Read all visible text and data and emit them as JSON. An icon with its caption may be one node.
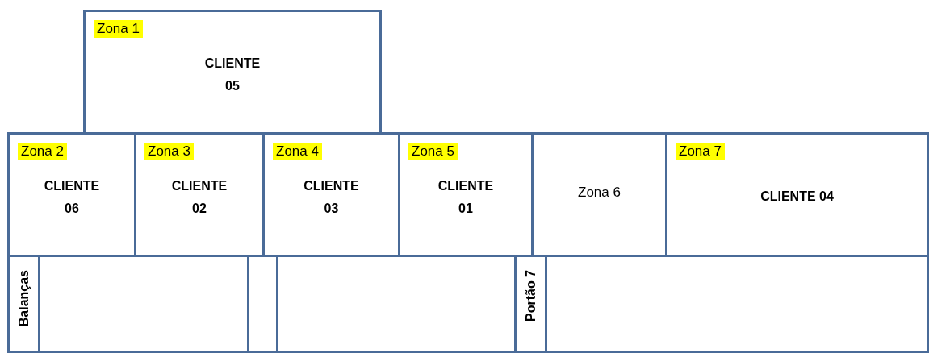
{
  "diagram": {
    "nodes": [
      {
        "text": [
          "Zona 1",
          "CLIENTE 05"
        ]
      },
      {
        "text": [
          "Zona 2",
          "CLIENTE 06"
        ]
      },
      {
        "text": [
          "Zona 3",
          "CLIENTE 02"
        ]
      },
      {
        "text": [
          "Zona 4",
          "CLIENTE 03"
        ]
      },
      {
        "text": [
          "Zona 5",
          "CLIENTE 01"
        ]
      },
      {
        "text": [
          "Zona 6"
        ]
      },
      {
        "text": [
          "Zona 7",
          "CLIENTE 04"
        ]
      },
      {
        "text": [
          "Balanças"
        ]
      },
      {
        "text": [],
        "shape": "box"
      },
      {
        "text": [],
        "shape": "box"
      },
      {
        "text": [],
        "shape": "box"
      },
      {
        "text": [
          "Portão 7"
        ]
      },
      {
        "text": [],
        "shape": "box"
      }
    ]
  }
}
